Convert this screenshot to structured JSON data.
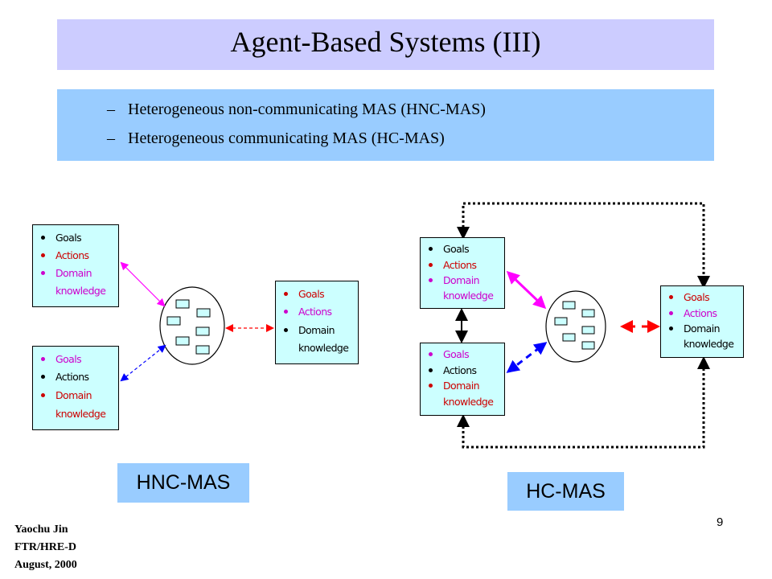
{
  "slide": {
    "title": "Agent-Based Systems (III)",
    "bullets": [
      "Heterogeneous non-communicating MAS (HNC-MAS)",
      "Heterogeneous communicating MAS (HC-MAS)"
    ],
    "bullet_marker": "–",
    "page_number": "9",
    "author": [
      "Yaochu Jin",
      "FTR/HRE-D",
      "August, 2000"
    ]
  },
  "diagrams": {
    "hnc": {
      "label": "HNC-MAS",
      "agents": [
        {
          "items": [
            {
              "text": "Goals",
              "color": "#000000"
            },
            {
              "text": "Actions",
              "color": "#cc0000"
            },
            {
              "text": "Domain",
              "color": "#cc00cc"
            },
            {
              "text": "knowledge",
              "color": "#cc00cc"
            }
          ]
        },
        {
          "items": [
            {
              "text": "Goals",
              "color": "#cc00cc"
            },
            {
              "text": "Actions",
              "color": "#000000"
            },
            {
              "text": "Domain",
              "color": "#cc0000"
            },
            {
              "text": "knowledge",
              "color": "#cc0000"
            }
          ]
        },
        {
          "items": [
            {
              "text": "Goals",
              "color": "#cc0000"
            },
            {
              "text": "Actions",
              "color": "#cc00cc"
            },
            {
              "text": "Domain",
              "color": "#000000"
            },
            {
              "text": "knowledge",
              "color": "#000000"
            }
          ]
        }
      ]
    },
    "hc": {
      "label": "HC-MAS",
      "agents": [
        {
          "items": [
            {
              "text": "Goals",
              "color": "#000000"
            },
            {
              "text": "Actions",
              "color": "#cc0000"
            },
            {
              "text": "Domain",
              "color": "#cc00cc"
            },
            {
              "text": "knowledge",
              "color": "#cc00cc"
            }
          ]
        },
        {
          "items": [
            {
              "text": "Goals",
              "color": "#cc00cc"
            },
            {
              "text": "Actions",
              "color": "#000000"
            },
            {
              "text": "Domain",
              "color": "#cc0000"
            },
            {
              "text": "knowledge",
              "color": "#cc0000"
            }
          ]
        },
        {
          "items": [
            {
              "text": "Goals",
              "color": "#cc0000"
            },
            {
              "text": "Actions",
              "color": "#cc00cc"
            },
            {
              "text": "Domain",
              "color": "#000000"
            },
            {
              "text": "knowledge",
              "color": "#000000"
            }
          ]
        }
      ]
    }
  },
  "colors": {
    "title_bg": "#ccccff",
    "bullets_bg": "#99ccff",
    "agent_bg": "#ccffff",
    "label_bg": "#99ccff",
    "link_magenta": "#ff00ff",
    "link_blue": "#0000ff",
    "link_red": "#ff0000",
    "link_black": "#000000"
  }
}
